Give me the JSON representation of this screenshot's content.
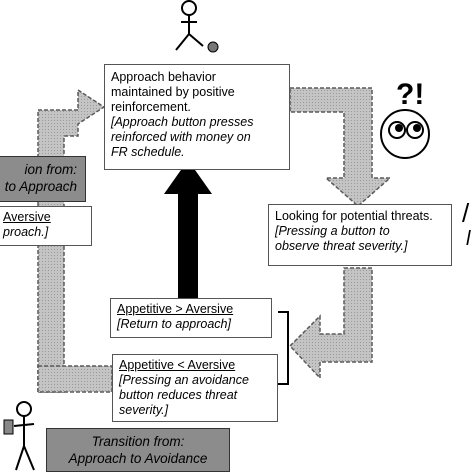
{
  "main_box": {
    "title_lines": [
      "Approach behavior",
      "maintained by positive",
      "reinforcement."
    ],
    "detail_lines": [
      "[Approach button presses",
      "reinforced with money on",
      "FR schedule."
    ]
  },
  "threat_box": {
    "title": "Looking for potential threats.",
    "detail_lines": [
      "[Pressing a button to",
      "observe threat severity.]"
    ]
  },
  "appetitive_greater_box": {
    "title": "Appetitive > Aversive",
    "detail": "[Return to approach]"
  },
  "appetitive_less_box": {
    "title": "Appetitive < Aversive",
    "detail_lines": [
      "[Pressing an avoidance",
      "button reduces threat",
      "severity.]"
    ]
  },
  "left_gray_box": {
    "lines": [
      "ion from:",
      "to Approach"
    ]
  },
  "left_white_box": {
    "lines": [
      "Aversive",
      "proach.]"
    ]
  },
  "bottom_gray_box": {
    "lines": [
      "Transition from:",
      "Approach to Avoidance"
    ]
  },
  "surprise_text": "?!",
  "right_edge_glyphs": [
    "/",
    "l"
  ],
  "colors": {
    "arrow_gray": "#bdbdbd",
    "arrow_outline": "#5a5a5a",
    "box_gray": "#8c8c8c",
    "black_arrow": "#000000"
  }
}
